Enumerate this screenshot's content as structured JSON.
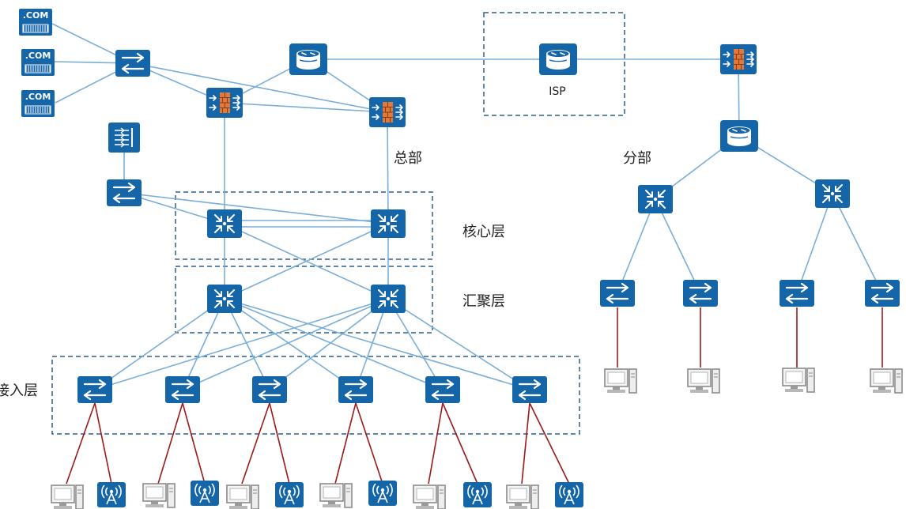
{
  "labels": {
    "isp": "ISP",
    "hq": "总部",
    "branch": "分部",
    "core_layer": "核心层",
    "aggregation_layer": "汇聚层",
    "access_layer": "接入层"
  },
  "servers": {
    "com_1": ".COM",
    "com_2": ".COM",
    "com_3": ".COM"
  },
  "colors": {
    "device": "#1565a9",
    "link": "#7aaed6",
    "access_link": "#9b1a1a",
    "zone_border": "#2e5f8a"
  }
}
